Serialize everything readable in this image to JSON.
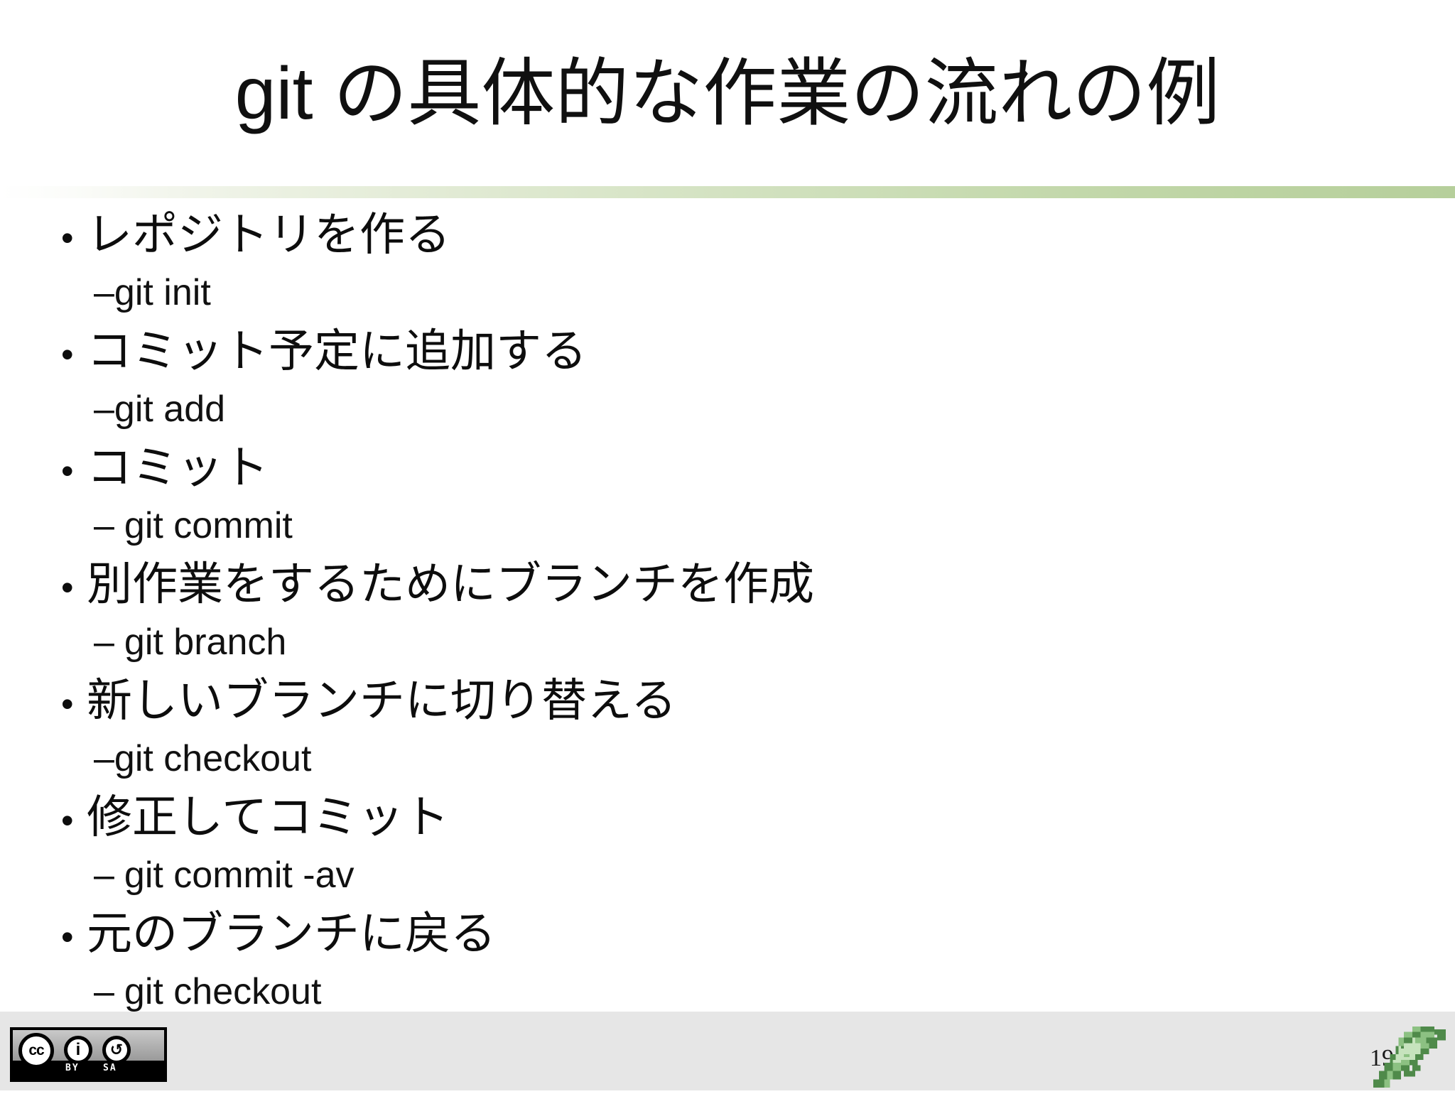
{
  "slide": {
    "title": "git の具体的な作業の流れの例",
    "bullets": [
      {
        "level": 1,
        "marker": "•",
        "text": "レポジトリを作る"
      },
      {
        "level": 2,
        "marker": "–",
        "text": "git init",
        "spaced": false
      },
      {
        "level": 1,
        "marker": "•",
        "text": "コミット予定に追加する"
      },
      {
        "level": 2,
        "marker": "–",
        "text": "git add",
        "spaced": false
      },
      {
        "level": 1,
        "marker": "•",
        "text": "コミット"
      },
      {
        "level": 2,
        "marker": "–",
        "text": "git commit",
        "spaced": true
      },
      {
        "level": 1,
        "marker": "•",
        "text": "別作業をするためにブランチを作成"
      },
      {
        "level": 2,
        "marker": "–",
        "text": "git branch",
        "spaced": true
      },
      {
        "level": 1,
        "marker": "•",
        "text": "新しいブランチに切り替える"
      },
      {
        "level": 2,
        "marker": "–",
        "text": "git checkout",
        "spaced": false
      },
      {
        "level": 1,
        "marker": "•",
        "text": "修正してコミット"
      },
      {
        "level": 2,
        "marker": "–",
        "text": "git commit -av",
        "spaced": true
      },
      {
        "level": 1,
        "marker": "•",
        "text": "元のブランチに戻る"
      },
      {
        "level": 2,
        "marker": "–",
        "text": "git checkout",
        "spaced": true
      }
    ]
  },
  "footer": {
    "page_number": "19",
    "license": {
      "cc_mark": "cc",
      "by_glyph": "i",
      "sa_glyph": "↺",
      "by_label": "BY",
      "sa_label": "SA"
    },
    "logo_name": "green-pixel-leaf"
  },
  "colors": {
    "accent_green": "#b6cf9b",
    "footer_gray": "#e6e6e6",
    "text": "#0d0d0d",
    "leaf_dark": "#4f8a4a",
    "leaf_mid": "#8cc182",
    "leaf_light": "#c6e3bd"
  }
}
